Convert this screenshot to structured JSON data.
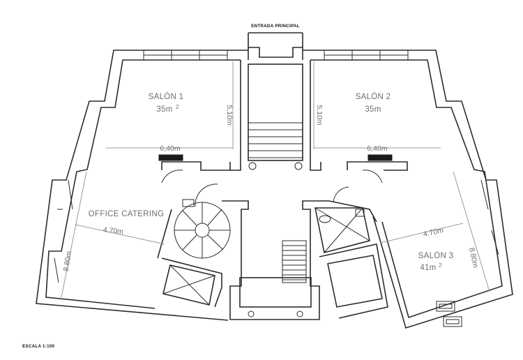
{
  "header": {
    "entrance_label": "ENTRADA PRINCIPAL"
  },
  "footer": {
    "scale_label": "ESCALA 1:100"
  },
  "rooms": {
    "salon1": {
      "name": "SALÓN 1",
      "area": "35m",
      "area_sup": "2",
      "width": "6,40m",
      "depth": "5,10m"
    },
    "salon2": {
      "name": "SALÓN 2",
      "area": "35m",
      "width": "6,40m",
      "depth": "5,10m"
    },
    "salon3": {
      "name": "SALÓN 3",
      "area": "41m",
      "area_sup": "2",
      "width": "4.70m",
      "depth": "8.80m"
    },
    "catering": {
      "name": "OFFICE CATERING",
      "width": "4.70m",
      "depth": "8.80m"
    }
  },
  "colors": {
    "wall": "#2b2b2b",
    "dimension": "#9a9a9a",
    "label": "#6e6e6e",
    "fill": "#1a1a1a"
  }
}
